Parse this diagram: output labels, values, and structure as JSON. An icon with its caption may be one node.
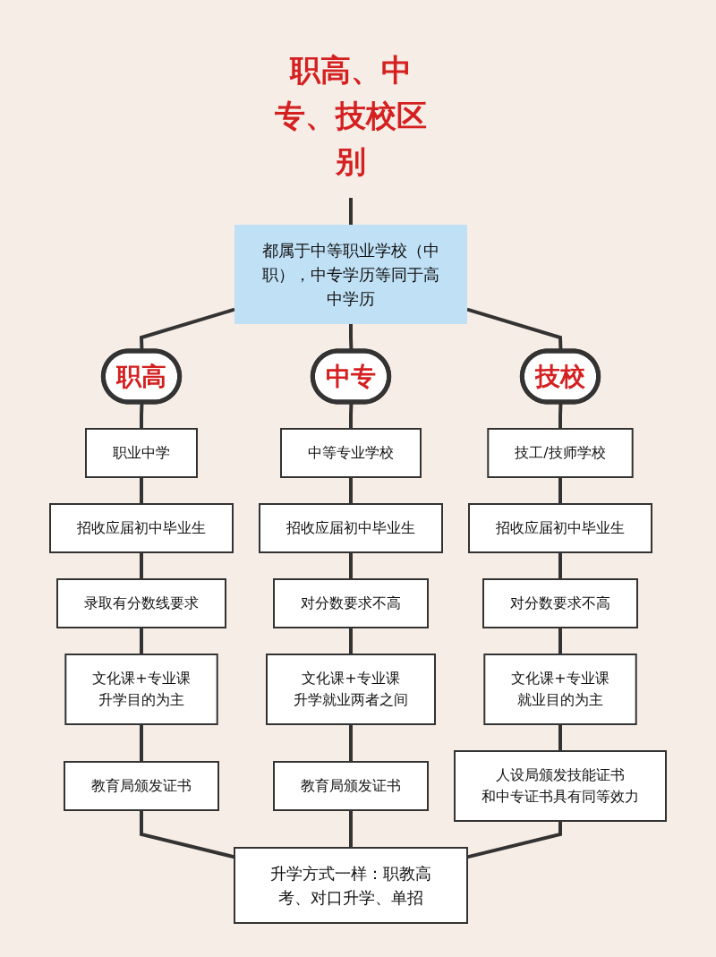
{
  "diagram": {
    "nodes": [
      {
        "text": [
          "职高、中专、技校区别"
        ]
      },
      {
        "text": [
          "都属于中等职业学校（中职），中专学历等同于高中学历"
        ]
      },
      {
        "text": [
          "职高"
        ]
      },
      {
        "text": [
          "中专"
        ]
      },
      {
        "text": [
          "技校"
        ]
      },
      {
        "text": [
          "职业中学"
        ]
      },
      {
        "text": [
          "招收应届初中毕业生"
        ]
      },
      {
        "text": [
          "录取有分数线要求"
        ]
      },
      {
        "text": [
          "文化课+专业课",
          "升学目的为主"
        ]
      },
      {
        "text": [
          "教育局颁发证书"
        ]
      },
      {
        "text": [
          "中等专业学校"
        ]
      },
      {
        "text": [
          "招收应届初中毕业生"
        ]
      },
      {
        "text": [
          "对分数要求不高"
        ]
      },
      {
        "text": [
          "文化课+专业课",
          "升学就业两者之间"
        ]
      },
      {
        "text": [
          "教育局颁发证书"
        ]
      },
      {
        "text": [
          "技工/技师学校"
        ]
      },
      {
        "text": [
          "招收应届初中毕业生"
        ]
      },
      {
        "text": [
          "对分数要求不高"
        ]
      },
      {
        "text": [
          "文化课+专业课",
          "就业目的为主"
        ]
      },
      {
        "text": [
          "人设局颁发技能证书",
          "和中专证书具有同等效力"
        ]
      },
      {
        "text": [
          "升学方式一样：职教高考、对口升学、单招"
        ]
      }
    ],
    "edges": [
      {
        "from": 0,
        "to": 1,
        "arrow": "none"
      },
      {
        "from": 1,
        "to": 2,
        "arrow": "none"
      },
      {
        "from": 1,
        "to": 3,
        "arrow": "none"
      },
      {
        "from": 1,
        "to": 4,
        "arrow": "none"
      },
      {
        "from": 2,
        "to": 5,
        "arrow": "none"
      },
      {
        "from": 5,
        "to": 6,
        "arrow": "none"
      },
      {
        "from": 6,
        "to": 7,
        "arrow": "none"
      },
      {
        "from": 7,
        "to": 8,
        "arrow": "none"
      },
      {
        "from": 8,
        "to": 9,
        "arrow": "none"
      },
      {
        "from": 3,
        "to": 10,
        "arrow": "none"
      },
      {
        "from": 10,
        "to": 11,
        "arrow": "none"
      },
      {
        "from": 11,
        "to": 12,
        "arrow": "none"
      },
      {
        "from": 12,
        "to": 13,
        "arrow": "none"
      },
      {
        "from": 13,
        "to": 14,
        "arrow": "none"
      },
      {
        "from": 4,
        "to": 15,
        "arrow": "none"
      },
      {
        "from": 15,
        "to": 16,
        "arrow": "none"
      },
      {
        "from": 16,
        "to": 17,
        "arrow": "none"
      },
      {
        "from": 17,
        "to": 18,
        "arrow": "none"
      },
      {
        "from": 18,
        "to": 19,
        "arrow": "none"
      },
      {
        "from": 9,
        "to": 20,
        "arrow": "none"
      },
      {
        "from": 14,
        "to": 20,
        "arrow": "none"
      },
      {
        "from": 19,
        "to": 20,
        "arrow": "none"
      }
    ]
  }
}
